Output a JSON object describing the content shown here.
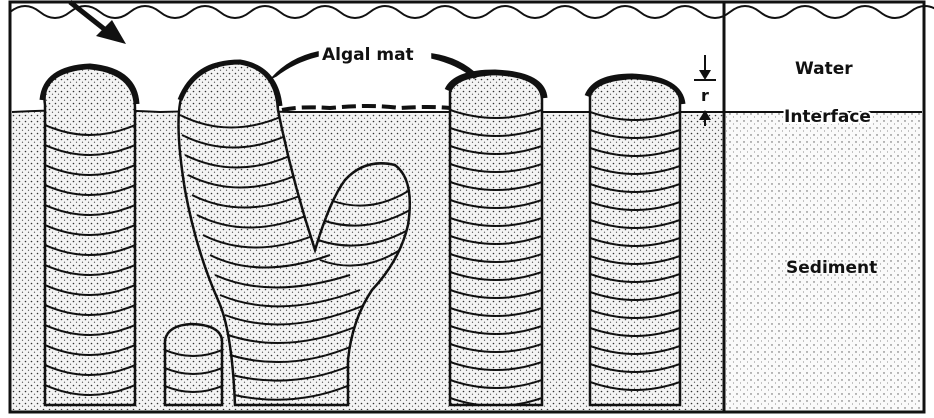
{
  "labels": {
    "algal_mat": "Algal mat",
    "water": "Water",
    "interface": "Interface",
    "sediment": "Sediment",
    "r": "r"
  },
  "colors": {
    "ink": "#111111",
    "paper": "#ffffff",
    "sediment_fill": "#d9d9d9",
    "column_fill": "#e8e8e8"
  },
  "icons": {
    "pointer": "arrow-icon",
    "relief_marker": "down-arrow-icon"
  }
}
